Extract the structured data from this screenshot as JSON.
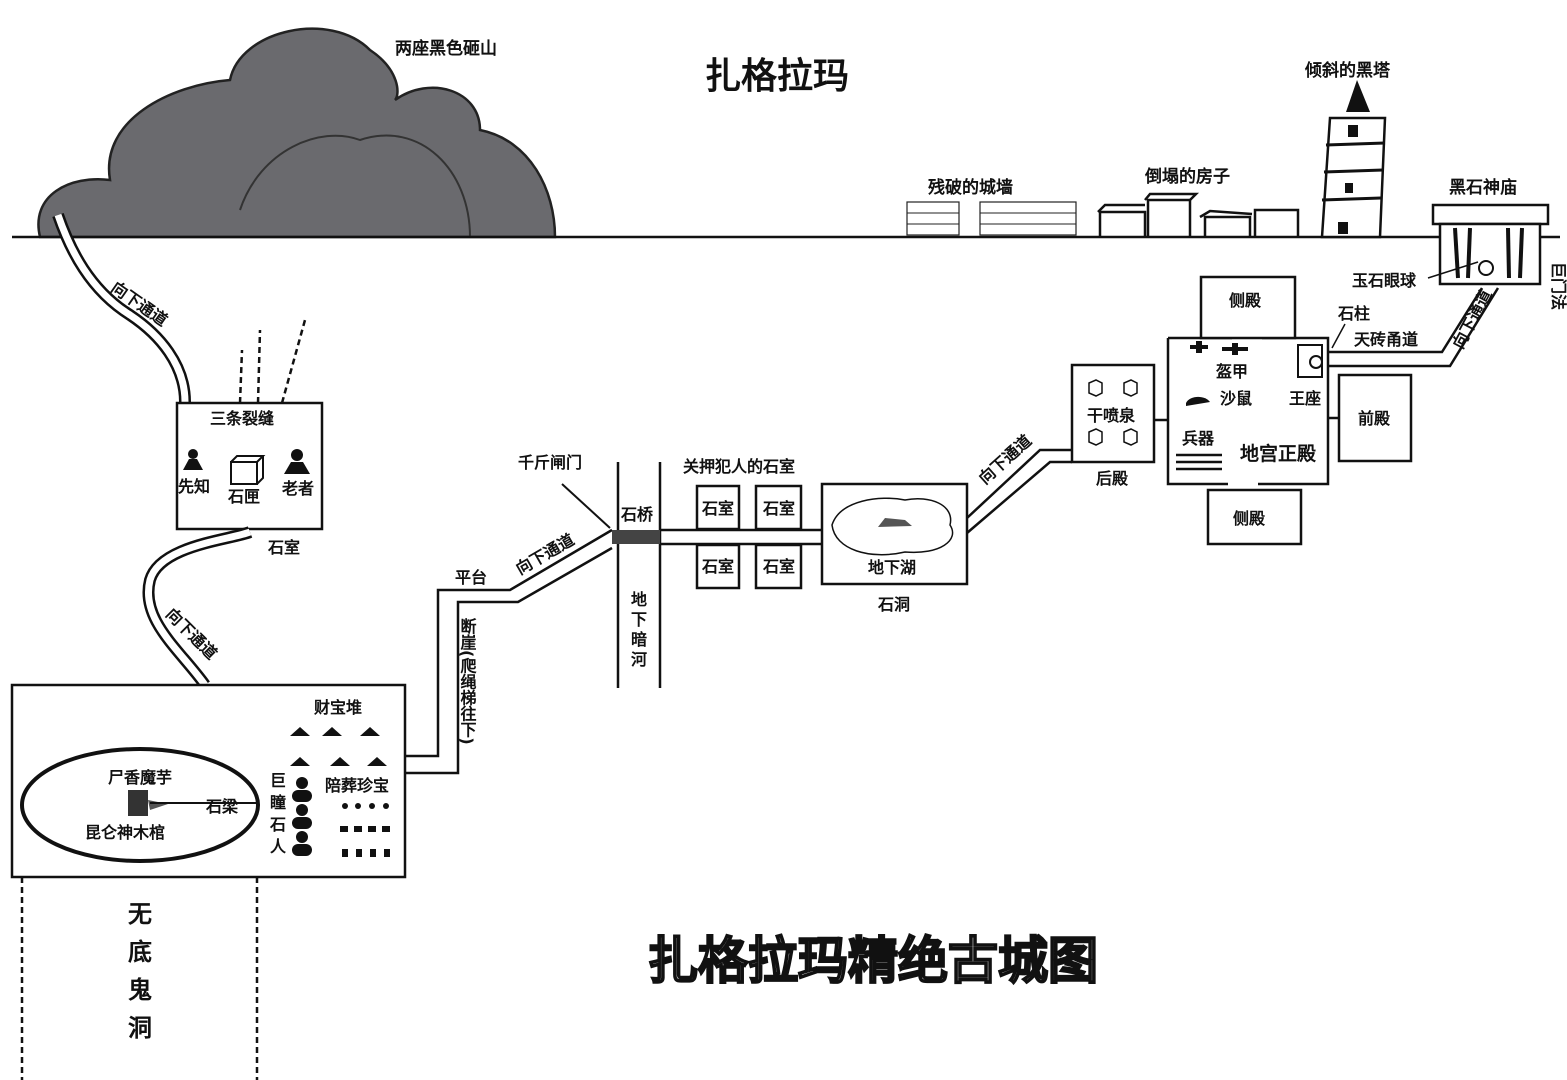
{
  "title": "扎格拉玛",
  "map_title": "扎格拉玛精绝古城图",
  "surface": {
    "mountains": "两座黑色砸山",
    "wall": "残破的城墙",
    "houses": "倒塌的房子",
    "tower": "倾斜的黑塔",
    "temple": "黑石神庙",
    "side_label": "巨门法"
  },
  "tunnels": {
    "down1": "向下通道",
    "down2": "向下通道",
    "slope1": "向下通道",
    "slope2": "向下通道",
    "slope3": "向下通道"
  },
  "chamber1": {
    "cracks": "三条裂缝",
    "prophet": "先知",
    "box": "石匣",
    "elder": "老者",
    "label": "石室"
  },
  "treasure_room": {
    "pile": "财宝堆",
    "giant_eye": [
      "巨",
      "瞳",
      "石",
      "人"
    ],
    "burial": "陪葬珍宝",
    "corpse_flower": "尸香魔芋",
    "coffin": "昆仑神木棺",
    "beam": "石梁"
  },
  "abyss": [
    "无",
    "底",
    "鬼",
    "洞"
  ],
  "cliff": {
    "platform": "平台",
    "cliff": "断崖(爬绳梯往下)"
  },
  "gate": "千斤闸门",
  "bridge": "石桥",
  "river": [
    "地",
    "下",
    "暗",
    "河"
  ],
  "prison": {
    "label": "关押犯人的石室",
    "rooms": [
      "石室",
      "石室",
      "石室",
      "石室"
    ]
  },
  "cave": {
    "lake": "地下湖",
    "label": "石洞"
  },
  "palace": {
    "spring": "干喷泉",
    "rear_hall": "后殿",
    "main_hall": "地宫正殿",
    "armor": "盔甲",
    "sand": "沙鼠",
    "weapons": "兵器",
    "throne": "王座",
    "side_top": "侧殿",
    "side_bottom": "侧殿",
    "front_hall": "前殿",
    "pillar": "石柱",
    "corridor": "天砖甬道",
    "eye_ball": "玉石眼球"
  }
}
